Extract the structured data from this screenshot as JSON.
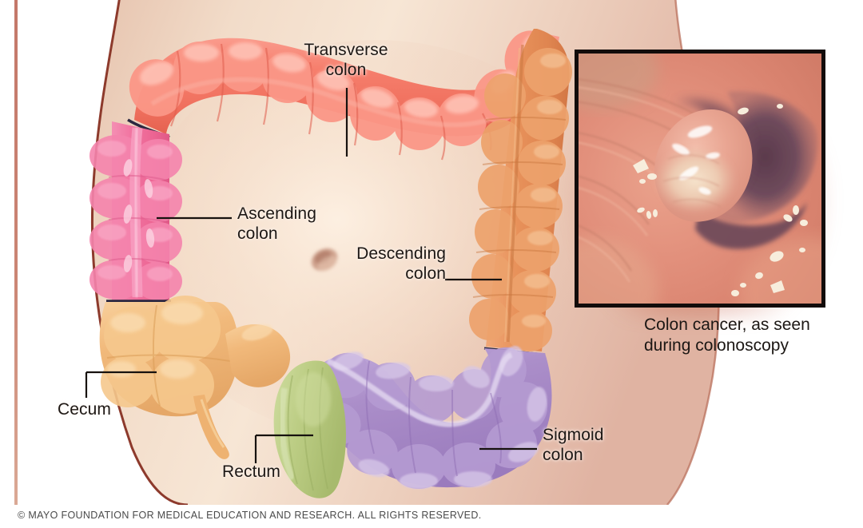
{
  "illustration": {
    "title": "Colon anatomy with colonoscopy inset",
    "background_color": "#ffffff",
    "skin_color": "#e9cab6",
    "outline_color": "#8d3a2c"
  },
  "labels": {
    "transverse_colon": "Transverse\ncolon",
    "ascending_colon": "Ascending\ncolon",
    "descending_colon": "Descending\ncolon",
    "cecum": "Cecum",
    "rectum": "Rectum",
    "sigmoid_colon": "Sigmoid\ncolon"
  },
  "segments": [
    {
      "name": "transverse-colon",
      "label": "Transverse colon",
      "color": "#f4806e"
    },
    {
      "name": "ascending-colon",
      "label": "Ascending colon",
      "color": "#ef6a9a"
    },
    {
      "name": "descending-colon",
      "label": "Descending colon",
      "color": "#e8925b"
    },
    {
      "name": "cecum",
      "label": "Cecum",
      "color": "#f0b878"
    },
    {
      "name": "sigmoid-colon",
      "label": "Sigmoid colon",
      "color": "#a98cc9"
    },
    {
      "name": "rectum",
      "label": "Rectum",
      "color": "#b7c77e"
    },
    {
      "name": "appendix",
      "label": "Appendix",
      "color": "#eeb271"
    }
  ],
  "inset": {
    "caption": "Colon cancer, as seen\nduring colonoscopy",
    "mucosa_color": "#e2907c",
    "tumor_color": "#efb4a3",
    "lumen_color": "#6e4a5c",
    "border_color": "#120c0b"
  },
  "footer": {
    "copyright": "© MAYO FOUNDATION FOR MEDICAL EDUCATION AND RESEARCH. ALL RIGHTS RESERVED."
  }
}
